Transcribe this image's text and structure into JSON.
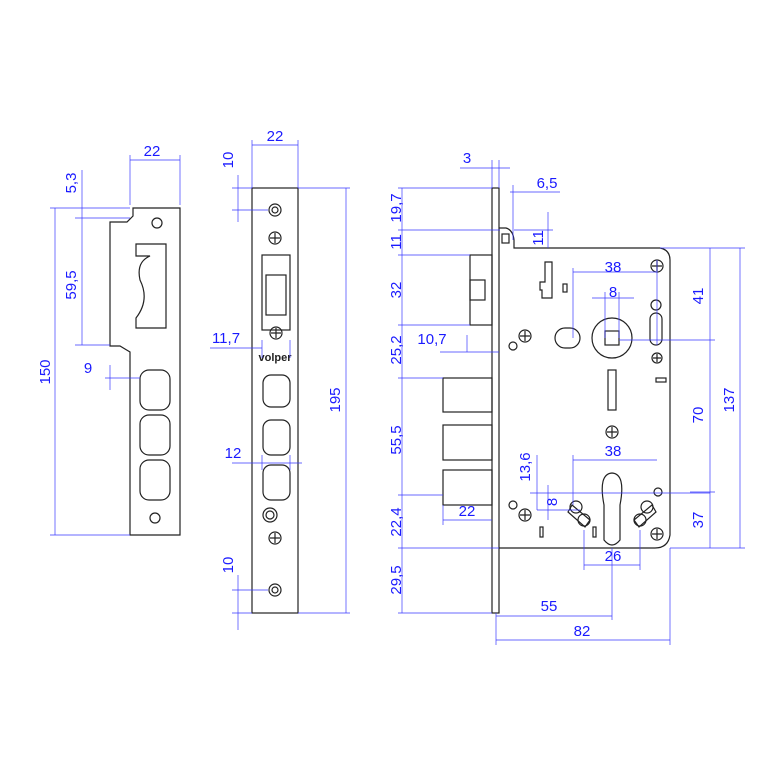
{
  "brand": "volper",
  "colors": {
    "outline": "#222222",
    "dimension": "#1a1aff"
  },
  "strike_plate": {
    "dims": {
      "width": "22",
      "top_offset": "5,3",
      "window_height": "59,5",
      "height": "150",
      "step": "9"
    }
  },
  "faceplate": {
    "dims": {
      "width": "22",
      "top_hole": "10",
      "latch_depth": "11,7",
      "slot_width": "12",
      "height": "195",
      "bottom_hole": "10"
    }
  },
  "lock_body": {
    "dims": {
      "faceplate_thickness": "3",
      "offset": "6,5",
      "top_to_latch": "19,7",
      "step_11_left": "11",
      "step_11_right": "11",
      "latch_height": "32",
      "spindle_spacing": "38",
      "spindle_square": "8",
      "top_to_spindle": "41",
      "latch_to_bolt": "25,2",
      "latch_throw": "10,7",
      "bolt_span": "55,5",
      "spindle_to_cylinder": "70",
      "body_height": "137",
      "cylinder_screw_spacing": "38",
      "cylinder_offset_a": "13,6",
      "cylinder_offset_b": "8",
      "bolt_throw": "22",
      "bolt_to_bottom": "22,4",
      "cylinder_to_bottom": "37",
      "cylinder_width": "26",
      "bottom_extension": "29,5",
      "backset": "55",
      "body_depth": "82"
    }
  }
}
